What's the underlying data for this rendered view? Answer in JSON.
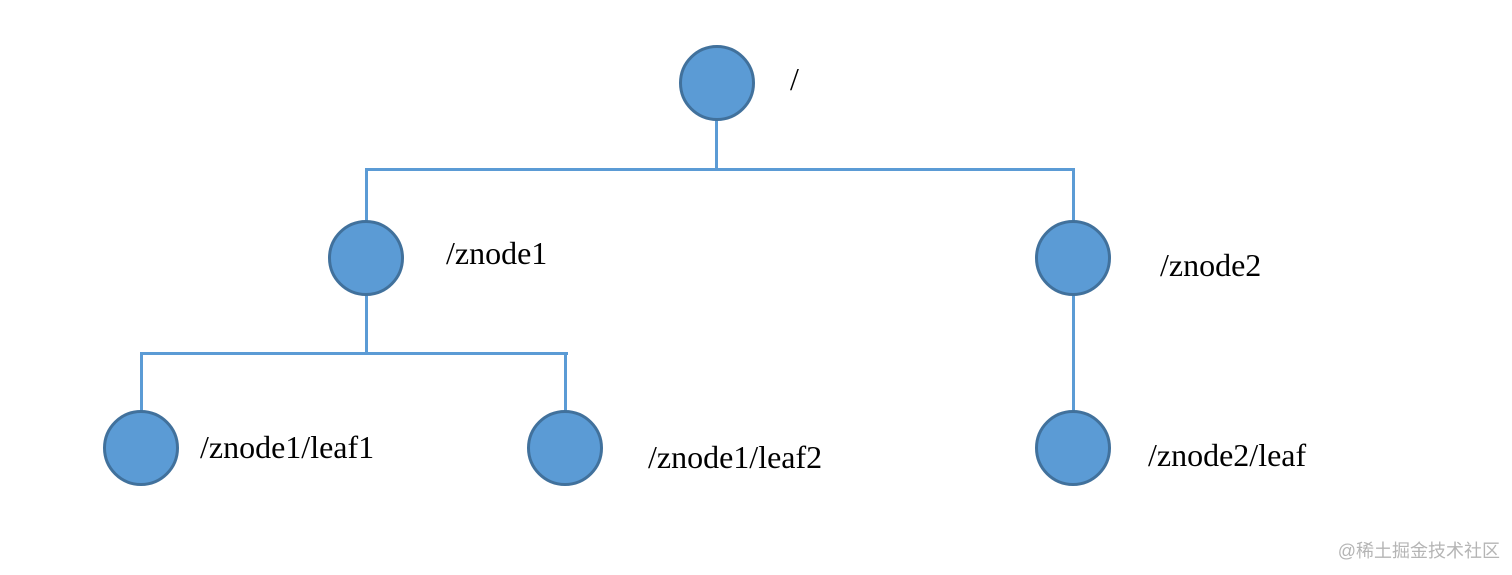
{
  "diagram": {
    "type": "tree",
    "description": "ZooKeeper znode hierarchy tree diagram",
    "colors": {
      "node_fill": "#5B9BD5",
      "node_border": "#41719C",
      "edge": "#5B9BD5",
      "label_text": "#000000",
      "watermark_text": "#b5b5b5",
      "background": "#ffffff"
    },
    "nodes": {
      "root": {
        "label": "/"
      },
      "znode1": {
        "label": "/znode1"
      },
      "znode2": {
        "label": "/znode2"
      },
      "znode1_leaf1": {
        "label": "/znode1/leaf1"
      },
      "znode1_leaf2": {
        "label": "/znode1/leaf2"
      },
      "znode2_leaf": {
        "label": "/znode2/leaf"
      }
    },
    "edges": [
      {
        "from": "root",
        "to": "znode1"
      },
      {
        "from": "root",
        "to": "znode2"
      },
      {
        "from": "znode1",
        "to": "znode1_leaf1"
      },
      {
        "from": "znode1",
        "to": "znode1_leaf2"
      },
      {
        "from": "znode2",
        "to": "znode2_leaf"
      }
    ],
    "watermark": "@稀土掘金技术社区"
  }
}
